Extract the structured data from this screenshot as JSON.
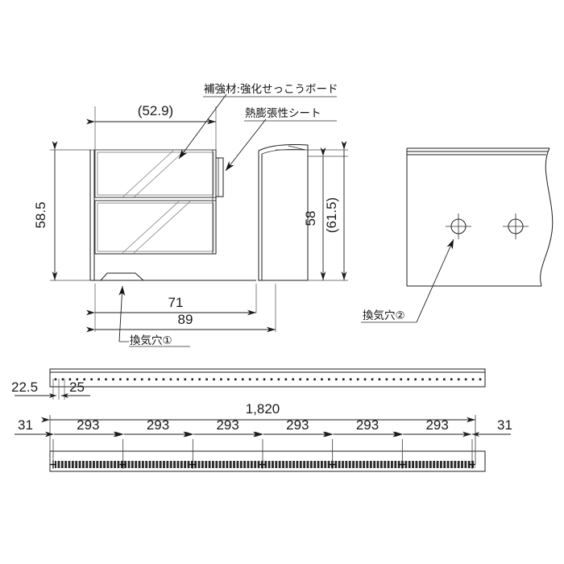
{
  "drawing": {
    "title": "建材断面図",
    "background_color": "#ffffff",
    "line_color": "#1d1d1d",
    "hatch_color": "#7d7d7d"
  },
  "section_view": {
    "name": "left-section-view",
    "labels": {
      "reinforcement": "補強材:強化せっこうボード",
      "expansion_sheet": "熱膨張性シート",
      "vent_hole_1": "換気穴①"
    },
    "dimensions": {
      "board_width": "(52.9)",
      "overall_height_left": "58.5",
      "inner_height_right": "58",
      "outer_height_right": "(61.5)",
      "width_inner": "71",
      "width_outer": "89"
    }
  },
  "plate_view": {
    "name": "right-plate-view",
    "labels": {
      "vent_hole_2": "換気穴②"
    },
    "holes_count": 2
  },
  "strip_top_view": {
    "name": "upper-strip-view",
    "dimensions": {
      "edge_offset": "22.5",
      "hole_pitch": "25"
    },
    "perforation_count": 60
  },
  "strip_bottom_view": {
    "name": "lower-strip-view",
    "dimensions": {
      "overall_length": "1,820",
      "end_margin_left": "31",
      "end_margin_right": "31",
      "segments": [
        "293",
        "293",
        "293",
        "293",
        "293",
        "293"
      ]
    },
    "segment_count": 6,
    "marker_count": 7
  }
}
